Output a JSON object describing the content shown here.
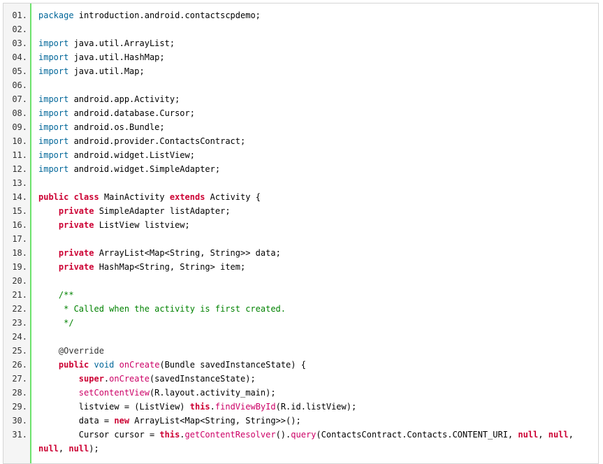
{
  "colors": {
    "keyword": "#006699",
    "keyword_bold": "#cc0033",
    "comment": "#008200",
    "method": "#cc0066",
    "gutter_border": "#6ce26c",
    "gutter_bg": "#f5f5f5"
  },
  "lines": [
    {
      "num": "01.",
      "tokens": [
        {
          "t": "package",
          "c": "kw"
        },
        {
          "t": " introduction.android.contactscpdemo;"
        }
      ]
    },
    {
      "num": "02.",
      "tokens": []
    },
    {
      "num": "03.",
      "tokens": [
        {
          "t": "import",
          "c": "kw"
        },
        {
          "t": " java.util.ArrayList;"
        }
      ]
    },
    {
      "num": "04.",
      "tokens": [
        {
          "t": "import",
          "c": "kw"
        },
        {
          "t": " java.util.HashMap;"
        }
      ]
    },
    {
      "num": "05.",
      "tokens": [
        {
          "t": "import",
          "c": "kw"
        },
        {
          "t": " java.util.Map;"
        }
      ]
    },
    {
      "num": "06.",
      "tokens": []
    },
    {
      "num": "07.",
      "tokens": [
        {
          "t": "import",
          "c": "kw"
        },
        {
          "t": " android.app.Activity;"
        }
      ]
    },
    {
      "num": "08.",
      "tokens": [
        {
          "t": "import",
          "c": "kw"
        },
        {
          "t": " android.database.Cursor;"
        }
      ]
    },
    {
      "num": "09.",
      "tokens": [
        {
          "t": "import",
          "c": "kw"
        },
        {
          "t": " android.os.Bundle;"
        }
      ]
    },
    {
      "num": "10.",
      "tokens": [
        {
          "t": "import",
          "c": "kw"
        },
        {
          "t": " android.provider.ContactsContract;"
        }
      ]
    },
    {
      "num": "11.",
      "tokens": [
        {
          "t": "import",
          "c": "kw"
        },
        {
          "t": " android.widget.ListView;"
        }
      ]
    },
    {
      "num": "12.",
      "tokens": [
        {
          "t": "import",
          "c": "kw"
        },
        {
          "t": " android.widget.SimpleAdapter;"
        }
      ]
    },
    {
      "num": "13.",
      "tokens": []
    },
    {
      "num": "14.",
      "tokens": [
        {
          "t": "public",
          "c": "kwb"
        },
        {
          "t": " "
        },
        {
          "t": "class",
          "c": "kwb"
        },
        {
          "t": " MainActivity "
        },
        {
          "t": "extends",
          "c": "kwb"
        },
        {
          "t": " Activity {"
        }
      ]
    },
    {
      "num": "15.",
      "tokens": [
        {
          "t": "    "
        },
        {
          "t": "private",
          "c": "kwb"
        },
        {
          "t": " SimpleAdapter listAdapter;"
        }
      ]
    },
    {
      "num": "16.",
      "tokens": [
        {
          "t": "    "
        },
        {
          "t": "private",
          "c": "kwb"
        },
        {
          "t": " ListView listview;"
        }
      ]
    },
    {
      "num": "17.",
      "tokens": []
    },
    {
      "num": "18.",
      "tokens": [
        {
          "t": "    "
        },
        {
          "t": "private",
          "c": "kwb"
        },
        {
          "t": " ArrayList<Map<String, String>> data;"
        }
      ]
    },
    {
      "num": "19.",
      "tokens": [
        {
          "t": "    "
        },
        {
          "t": "private",
          "c": "kwb"
        },
        {
          "t": " HashMap<String, String> item;"
        }
      ]
    },
    {
      "num": "20.",
      "tokens": []
    },
    {
      "num": "21.",
      "tokens": [
        {
          "t": "    /**",
          "c": "cm"
        }
      ]
    },
    {
      "num": "22.",
      "tokens": [
        {
          "t": "     * Called when the activity is first created.",
          "c": "cm"
        }
      ]
    },
    {
      "num": "23.",
      "tokens": [
        {
          "t": "     */",
          "c": "cm"
        }
      ]
    },
    {
      "num": "24.",
      "tokens": []
    },
    {
      "num": "25.",
      "tokens": [
        {
          "t": "    @Override",
          "c": "an"
        }
      ]
    },
    {
      "num": "26.",
      "tokens": [
        {
          "t": "    "
        },
        {
          "t": "public",
          "c": "kwb"
        },
        {
          "t": " "
        },
        {
          "t": "void",
          "c": "kw"
        },
        {
          "t": " "
        },
        {
          "t": "onCreate",
          "c": "fn"
        },
        {
          "t": "(Bundle savedInstanceState) {"
        }
      ]
    },
    {
      "num": "27.",
      "tokens": [
        {
          "t": "        "
        },
        {
          "t": "super",
          "c": "kwb"
        },
        {
          "t": "."
        },
        {
          "t": "onCreate",
          "c": "fn"
        },
        {
          "t": "(savedInstanceState);"
        }
      ]
    },
    {
      "num": "28.",
      "tokens": [
        {
          "t": "        "
        },
        {
          "t": "setContentView",
          "c": "fn"
        },
        {
          "t": "(R.layout.activity_main);"
        }
      ]
    },
    {
      "num": "29.",
      "tokens": [
        {
          "t": "        listview = (ListView) "
        },
        {
          "t": "this",
          "c": "kwb"
        },
        {
          "t": "."
        },
        {
          "t": "findViewById",
          "c": "fn"
        },
        {
          "t": "(R.id.listView);"
        }
      ]
    },
    {
      "num": "30.",
      "tokens": [
        {
          "t": "        data = "
        },
        {
          "t": "new",
          "c": "kwb"
        },
        {
          "t": " ArrayList<Map<String, String>>();"
        }
      ]
    },
    {
      "num": "31.",
      "tokens": [
        {
          "t": "        Cursor cursor = "
        },
        {
          "t": "this",
          "c": "kwb"
        },
        {
          "t": "."
        },
        {
          "t": "getContentResolver",
          "c": "fn"
        },
        {
          "t": "()."
        },
        {
          "t": "query",
          "c": "fn"
        },
        {
          "t": "(ContactsContract.Contacts.CONTENT_URI, "
        },
        {
          "t": "null",
          "c": "kwb"
        },
        {
          "t": ", "
        },
        {
          "t": "null",
          "c": "kwb"
        },
        {
          "t": ","
        }
      ]
    },
    {
      "num": "",
      "tokens": [
        {
          "t": "null",
          "c": "kwb"
        },
        {
          "t": ", "
        },
        {
          "t": "null",
          "c": "kwb"
        },
        {
          "t": ");"
        }
      ]
    }
  ]
}
